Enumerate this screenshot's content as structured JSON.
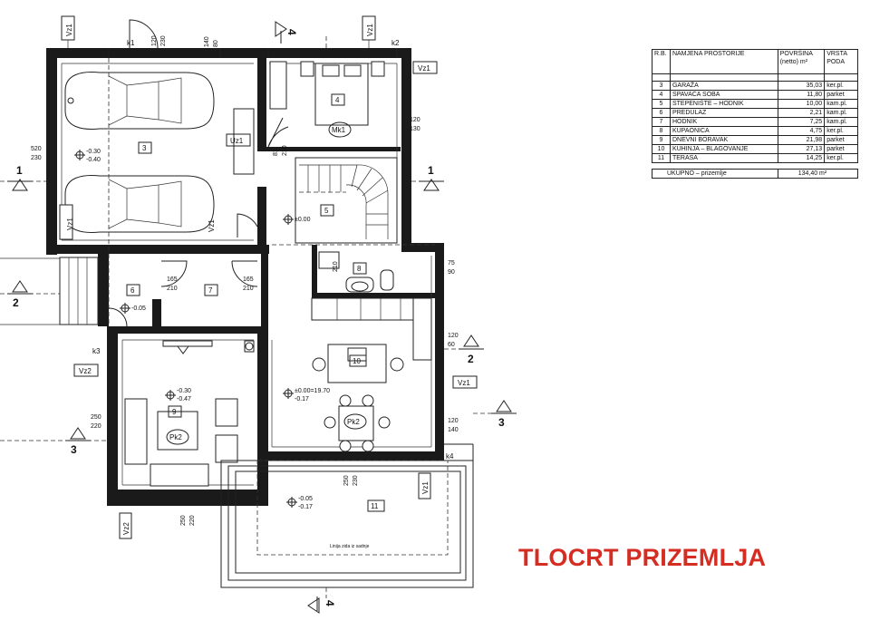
{
  "title": "TLOCRT PRIZEMLJA",
  "table": {
    "headers": {
      "rb": "R.B.",
      "namjena": "NAMJENA PROSTORIJE",
      "povrsina": "POVRŠINA (netto) m²",
      "vrsta": "VRSTA PODA"
    },
    "rows": [
      {
        "n": "3",
        "name": "GARAŽA",
        "area": "35,03",
        "floor": "ker.pl."
      },
      {
        "n": "4",
        "name": "SPAVAĆA SOBA",
        "area": "11,80",
        "floor": "parket"
      },
      {
        "n": "5",
        "name": "STEPENIŠTE – HODNIK",
        "area": "10,00",
        "floor": "kam.pl."
      },
      {
        "n": "6",
        "name": "PREDULAZ",
        "area": "2,21",
        "floor": "kam.pl."
      },
      {
        "n": "7",
        "name": "HODNIK",
        "area": "7,25",
        "floor": "kam.pl."
      },
      {
        "n": "8",
        "name": "KUPAONICA",
        "area": "4,75",
        "floor": "ker.pl."
      },
      {
        "n": "9",
        "name": "DNEVNI BORAVAK",
        "area": "21,98",
        "floor": "parket"
      },
      {
        "n": "10",
        "name": "KUHINJA – BLAGOVANJE",
        "area": "27,13",
        "floor": "parket"
      },
      {
        "n": "11",
        "name": "TERASA",
        "area": "14,25",
        "floor": "ker.pl."
      }
    ],
    "total_label": "UKUPNO – prizemlje",
    "total_value": "134,40 m²"
  },
  "plan": {
    "rooms": {
      "r3": "3",
      "r4": "4",
      "r5": "5",
      "r6": "6",
      "r7": "7",
      "r8": "8",
      "r9": "9",
      "r10": "10",
      "r11": "11"
    },
    "furniture": {
      "mk1": "Mk1",
      "pk2a": "Pk2",
      "pk2b": "Pk2",
      "uz1": "Uz1"
    },
    "windows": {
      "vz1_a": "Vz1",
      "vz1_b": "Vz1",
      "vz1_c": "Vz1",
      "vz1_d": "Vz1",
      "vz1_e": "Vz1",
      "vz1_f": "Vz1",
      "vz1_g": "Vz1",
      "vz2_a": "Vz2",
      "vz2_b": "Vz2"
    },
    "doors": {
      "k1": "k1",
      "k2": "k2",
      "k3": "k3",
      "k4": "k4"
    },
    "dims": {
      "d120_230": "120",
      "d120_230b": "230",
      "d140_80": "140",
      "d140_80b": "80",
      "d520_230": "520",
      "d520_230b": "230",
      "d120_130": "120",
      "d120_130b": "130",
      "d81_210": "81",
      "d81_210b": "210",
      "d165_210a": "165",
      "d165_210ab": "210",
      "d165_210b": "165",
      "d165_210bb": "210",
      "d75_90": "75",
      "d75_90b": "90",
      "d120_60": "120",
      "d120_60b": "60",
      "d120_140": "120",
      "d120_140b": "140",
      "d250_220a": "250",
      "d250_220ab": "220",
      "d250_230": "250",
      "d250_230b": "230",
      "d250_220b": "250",
      "d250_220bb": "220",
      "d70_210": "210"
    },
    "levels": {
      "garage_1": "-0.30",
      "garage_2": "-0.40",
      "stair": "±0.00",
      "pred": "-0.05",
      "living_1": "-0.30",
      "living_2": "-0.47",
      "kitchen_1": "±0.00=19.70",
      "kitchen_2": "-0.17",
      "terrace_1": "-0.05",
      "terrace_2": "-0.17"
    },
    "sections": {
      "s1l": "1",
      "s1r": "1",
      "s2l": "2",
      "s2r": "2",
      "s3l": "3",
      "s3r": "3",
      "s4t": "4",
      "s4b": "4"
    },
    "note": "Linija zida iz sadnje"
  }
}
